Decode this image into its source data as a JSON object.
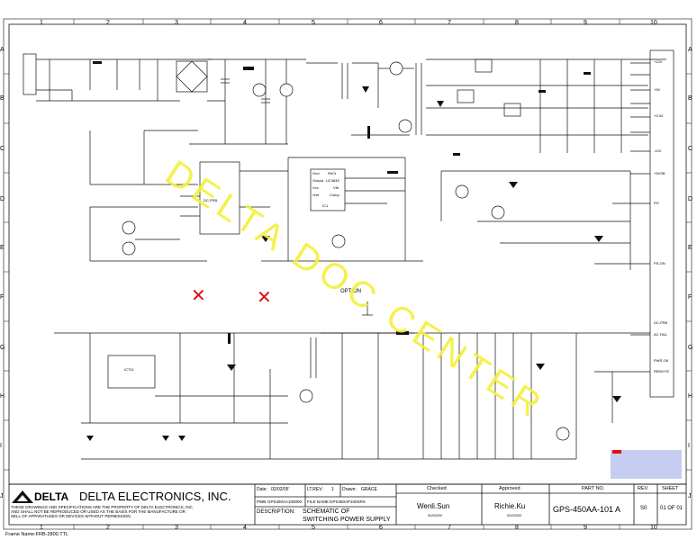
{
  "columns": [
    "1",
    "2",
    "3",
    "4",
    "5",
    "6",
    "7",
    "8",
    "9",
    "10"
  ],
  "rows": [
    "A",
    "B",
    "C",
    "D",
    "E",
    "F",
    "G",
    "H",
    "I",
    "J"
  ],
  "watermark": "DELTA DOC CENTER",
  "option_label": "OPTION",
  "component_labels": {
    "ic_pwm": "DC-FRB",
    "ic_cycle": "IC1",
    "ic_standby": "IC701",
    "ic_supervisor": "DC-FRB",
    "ic_pin_rt_ct": "Rt/Ct",
    "ic_pin_output": "Output",
    "ic_pin_vcc": "Vcc",
    "ic_pin_vref": "Vref",
    "ic_pin_vfb": "Vfb",
    "ic_pin_comp": "Comp",
    "ic_pin_gnd": "Gnd",
    "part_uc3845": "UC3845",
    "out_12v": "+12V",
    "out_5v": "+5V",
    "out_3v3": "+3.3V",
    "out_neg12": "-12V",
    "out_5vsb": "+5VSB",
    "pg": "PG",
    "ps_on": "PS-ON",
    "ac_fail": "AC FAIL",
    "remote": "REMOTE",
    "pwr_ok": "PWR-OK"
  },
  "title_block": {
    "company": "DELTA ELECTRONICS, INC.",
    "logo": "DELTA",
    "disclaimer_1": "THESE DRAWINGS AND SPECIFICATIONS ARE THE PROPERTY OF DELTA ELECTRONICS, INC.",
    "disclaimer_2": "AND SHALL NOT BE REPRODUCED OR USED AS THE BASIS FOR THE MANUFACTURE OR",
    "disclaimer_3": "SELL OF APPARATUSES OR DEVICES WITHOUT PERMISSION.",
    "date_label": "Date:",
    "date_value": "02/02/05'",
    "lt_rev_label": "LT.REV:",
    "lt_rev_value": "1",
    "drawn_label": "Drawn:",
    "drawn_value": "GRACE",
    "pwb_label": "PWB:",
    "pwb_value": "GPS450AA100000",
    "file_name_label": "FILE NAME:",
    "file_name_value": "GPS450AP100SRS",
    "description_label": "DESCRIPTION:",
    "description_line1": "SCHEMATIC OF",
    "description_line2": "SWITCHING POWER SUPPLY",
    "checked_label": "Checked",
    "checked_name": "Wenli.Sun",
    "checked_date": "02/02/05'",
    "approved_label": "Approved",
    "approved_name": "Richie.Ku",
    "approved_date": "02/02/05'",
    "part_no_label": "PART NO.",
    "part_no_value": "GPS-450AA-101 A",
    "rev_label": "REV.",
    "rev_value": "S0",
    "sheet_label": "SHEET",
    "sheet_value": "01 OF 01"
  },
  "frame_name": "Frame Name:FRB-2800.TTL",
  "colors": {
    "line": "#111111",
    "watermark": "#f4f03a",
    "mark_red": "#e01010",
    "highlight_blue": "#c6cdf0"
  }
}
